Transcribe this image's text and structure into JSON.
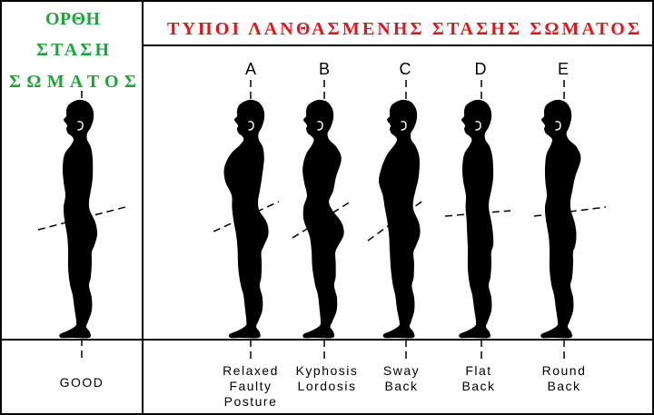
{
  "header": {
    "good_lines": [
      "ΟΡΘΗ",
      "ΣΤΑΣΗ",
      "ΣΩΜΑΤΟΣ"
    ],
    "faulty_title": "ΤΥΠΟΙ ΛΑΝΘΑΣΜΕΝΗΣ ΣΤΑΣΗΣ ΣΩΜΑΤΟΣ"
  },
  "colors": {
    "good_heading": "#1fa33a",
    "faulty_heading": "#e5141c",
    "figure": "#000000"
  },
  "figures": [
    {
      "label_lines": [
        "GOOD"
      ]
    },
    {
      "letter": "A",
      "label_lines": [
        "Relaxed",
        "Faulty",
        "Posture"
      ]
    },
    {
      "letter": "B",
      "label_lines": [
        "Kyphosis",
        "Lordosis"
      ]
    },
    {
      "letter": "C",
      "label_lines": [
        "Sway",
        "Back"
      ]
    },
    {
      "letter": "D",
      "label_lines": [
        "Flat",
        "Back"
      ]
    },
    {
      "letter": "E",
      "label_lines": [
        "Round",
        "Back"
      ]
    }
  ]
}
